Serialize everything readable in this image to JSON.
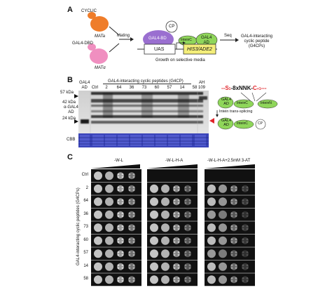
{
  "panel_a": {
    "letter": "A",
    "cyclic_label": "CYCLIC",
    "mata_label": "MATa",
    "gal4dbd_label": "GAL4-DBD",
    "matalpha_label": "MATα",
    "mating_label": "Mating",
    "cp_label": "CP",
    "intein_c_label": "InteinC",
    "gal4_ad_label": "GAL4\nAD",
    "gal4_bd_label": "GAL4-BD",
    "uas_label": "UAS",
    "reporter_label": "HIS3/ADE2",
    "growth_label": "Growth on selective media",
    "seq_label": "Seq",
    "result_label": "GAL4-interacting\ncyclic peptide\n(G4CPs)",
    "colors": {
      "orange": "#ef7d2a",
      "pink": "#f08fc0",
      "purple": "#9a6fd0",
      "green": "#8fd65a",
      "yellow": "#f4ee7a"
    }
  },
  "panel_b": {
    "letter": "B",
    "header": "GAL4-interacting cyclic peptides (G4CP)",
    "left_lane_label": "GAL4\nAD",
    "lanes": [
      "Ctrl",
      "2",
      "64",
      "36",
      "73",
      "60",
      "57",
      "14",
      "58"
    ],
    "right_lane_label": "AH\n109",
    "markers": [
      "57 kDa",
      "42 kDa",
      "24 kDa"
    ],
    "antibody_label": "α-GAL4\nAD",
    "cbb_label": "CBB",
    "construct_text": "S",
    "construct_library": "-8xNNK-",
    "construct_end": "C",
    "splicing_label": "Intein trans-splicing",
    "intein_c": "InteinC",
    "intein_n": "InteinN",
    "gal4_ad": "GAL4\nAD",
    "cp": "CP"
  },
  "panel_c": {
    "letter": "C",
    "conditions": [
      "-W-L",
      "-W-L-H-A",
      "-W-L-H-A+2.5mM 3-AT"
    ],
    "rows": [
      "Ctrl",
      "2",
      "64",
      "36",
      "73",
      "60",
      "57",
      "14",
      "58"
    ],
    "y_axis_label": "GAL4-interacting cyclic peptides (G4CPs)"
  }
}
